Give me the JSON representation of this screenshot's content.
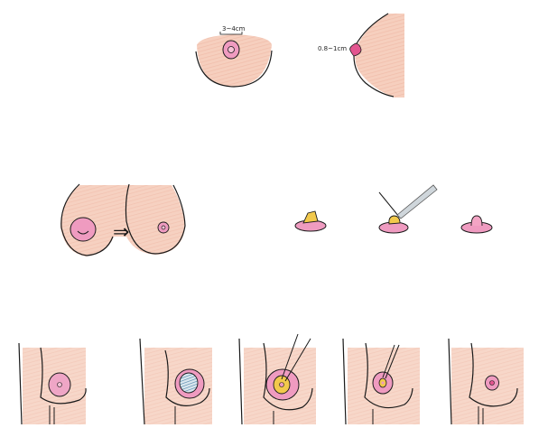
{
  "figure": {
    "type": "hand-drawn medical illustration",
    "colors": {
      "skin": "#f4c9b4",
      "skin_light": "#f9ddd0",
      "areola": "#ef9bc0",
      "areola_dark": "#e46aa0",
      "nipple_pink": "#e2558f",
      "graft_yellow": "#f2c94c",
      "mesh_blue": "#5d8fb0",
      "outline": "#1a1a1a"
    },
    "top_row": {
      "front_view": {
        "label": "3~4cm",
        "description": "front view, areola diameter marker"
      },
      "side_view": {
        "label": "0.8~1cm",
        "description": "side view, nipple projection marker"
      }
    },
    "middle_row": {
      "before_after": {
        "arrow": "⇒",
        "description": "large areola reduced to smaller areola"
      },
      "nipple_steps": [
        "nipple with yellow graft",
        "graft placed with forceps",
        "reconstructed nipple"
      ]
    },
    "bottom_row": {
      "steps": [
        "initial areola",
        "de-epithelialized / mesh area",
        "yellow graft with forceps",
        "smaller graft with forceps",
        "final result"
      ]
    }
  }
}
